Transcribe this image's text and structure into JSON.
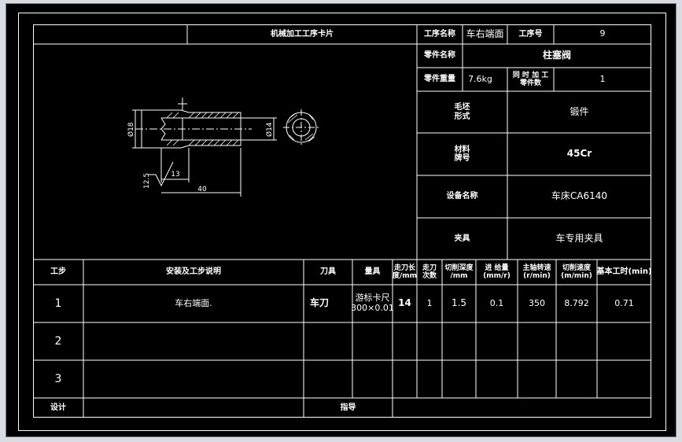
{
  "header": {
    "card_title": "机械加工工序卡片",
    "process_name_label": "工序名称",
    "process_name_value": "车右端面",
    "process_no_label": "工序号",
    "process_no_value": "9",
    "part_name_label": "零件名称",
    "part_name_value": "柱塞阀",
    "part_weight_label": "零件重量",
    "part_weight_value": "7.6kg",
    "simul_label": "同 时 加 工\n零件数",
    "simul_value": "1",
    "blank_label": "毛坯\n形式",
    "blank_value": "锻件",
    "material_label": "材料\n牌号",
    "material_value": "45Cr",
    "equipment_label": "设备名称",
    "equipment_value": "车床CA6140",
    "fixture_label": "夹具",
    "fixture_value": "车专用夹具"
  },
  "drawing": {
    "dim_d18": "Ø18",
    "dim_d14": "Ø14",
    "dim_13": "13",
    "dim_40": "40",
    "roughness": "12.5"
  },
  "table": {
    "headers": [
      "工步",
      "安装及工步说明",
      "刀具",
      "量具",
      "走刀长\n度/mm",
      "走刀\n次数",
      "切削深度\n/mm",
      "进 给量\n(mm/r)",
      "主轴转速\n(r/min)",
      "切削速度\n(m/min)",
      "基本工时(min)"
    ],
    "rows": [
      [
        "1",
        "车右端面.",
        "车刀",
        "游标卡尺\n300×0.01",
        "14",
        "1",
        "1.5",
        "0.1",
        "350",
        "8.792",
        "0.71"
      ],
      [
        "2",
        "",
        "",
        "",
        "",
        "",
        "",
        "",
        "",
        "",
        ""
      ],
      [
        "3",
        "",
        "",
        "",
        "",
        "",
        "",
        "",
        "",
        "",
        ""
      ]
    ]
  },
  "footer": {
    "design_label": "设计",
    "guide_label": "指导"
  }
}
